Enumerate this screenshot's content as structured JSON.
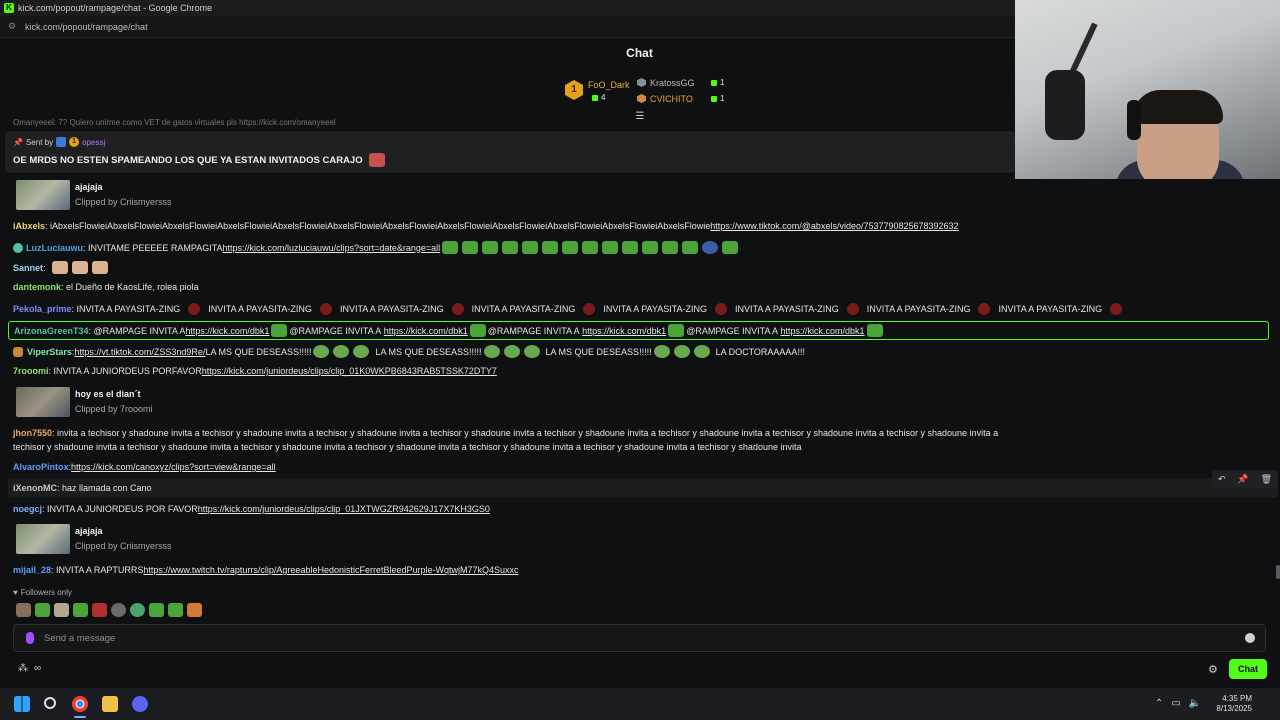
{
  "window": {
    "title": "kick.com/popout/rampage/chat - Google Chrome",
    "url": "kick.com/popout/rampage/chat"
  },
  "header": {
    "title": "Chat"
  },
  "leaderboard": {
    "first": {
      "rank": "1",
      "name": "FoO_Dark",
      "count": "4"
    },
    "second": {
      "name": "KratossGG",
      "count": "1"
    },
    "third": {
      "name": "CVICHITO",
      "count": "1"
    }
  },
  "pinned": {
    "prev_line": "Omanyeeel: 7?    Quiero unirme como VET de gatos virtuales pls https://kick.com/omanyeeel",
    "sent_by": "Sent by",
    "sender": "opessj",
    "sender_badge": "1",
    "text": "OE MRDS NO ESTEN SPAMEANDO LOS QUE YA ESTAN INVITADOS CARAJO"
  },
  "messages": [
    {
      "user": "iAbxels",
      "color": "#f0d27a",
      "text": ": iAbxelsFlowieiAbxelsFlowieiAbxelsFlowieiAbxelsFlowieiAbxelsFlowieiAbxelsFlowieiAbxelsFlowieiAbxelsFlowieiAbxelsFlowieiAbxelsFlowieiAbxelsFlowieiAbxelsFlowie",
      "link": "https://www.tiktok.com/@abxels/video/7537790825678392632"
    },
    {
      "user": "LuzLuciauwu",
      "color": "#4aa3df",
      "text": ": INVITAME PEEEEE RAMPAGITA ",
      "link": "https://kick.com/luzluciauwu/clips?sort=date&range=all"
    },
    {
      "user": "Sannet",
      "color": "#9fd3f0",
      "text": ":"
    },
    {
      "user": "dantemonk",
      "color": "#8fe06a",
      "text": ": el Dueño de KaosLife, rolea piola"
    },
    {
      "user": "Pekola_prime",
      "color": "#7a8cff",
      "text": ": INVITA A PAYASITA-ZING",
      "repeat": "INVITA A PAYASITA-ZING"
    },
    {
      "user": "ArizonaGreenT34",
      "color": "#53c1a0",
      "text": ": @RAMPAGE INVITA A ",
      "link": "https://kick.com/dbk1",
      "repeat": "@RAMPAGE INVITA A"
    },
    {
      "user": "ViperStars",
      "color": "#7fe6a8",
      "text": ": ",
      "link": "https://vt.tiktok.com/ZSS3nd9Re/",
      "after": " LA MS QUE DESEASS!!!!! ",
      "repeat": "LA MS QUE DESEASS!!!!!",
      "tail": "LA DOCTORAAAAA!!!"
    },
    {
      "user": "7rooomi",
      "color": "#8fe06a",
      "text": ": INVITA A JUNIORDEUS PORFAVOR ",
      "link": "https://kick.com/juniordeus/clips/clip_01K0WKPB6843RAB5TSSK72DTY7"
    },
    {
      "user": "jhon7550",
      "color": "#f0a860",
      "text": ": invita a techisor y shadoune invita a techisor y shadoune invita a techisor y shadoune invita a techisor y shadoune invita a techisor y shadoune invita a techisor y shadoune invita a techisor y shadoune invita a techisor y shadoune invita a",
      "text2": "techisor y shadoune invita a techisor y shadoune invita a techisor y shadoune invita a techisor y shadoune invita a techisor y shadoune invita a techisor y shadoune invita a techisor y shadoune invita"
    },
    {
      "user": "AlvaroPintox",
      "color": "#5e9bff",
      "text": ": ",
      "link": "https://kick.com/canoxyz/clips?sort=view&range=all"
    },
    {
      "user": "iXenonMC",
      "color": "#c8c8c8",
      "text": ": haz llamada con Cano"
    },
    {
      "user": "noegcj",
      "color": "#7fb0ff",
      "text": ": INVITA A JUNIORDEUS POR FAVOR ",
      "link": "https://kick.com/juniordeus/clips/clip_01JXTWGZR942629J17X7KH3GS0"
    },
    {
      "user": "mijail_28",
      "color": "#5e9bff",
      "text": ": INVITA A RAPTURRS ",
      "link": "https://www.twitch.tv/rapturrs/clip/AgreeableHedonisticFerretBleedPurple-WqtwjM77kQ4Suxxc"
    }
  ],
  "clips": [
    {
      "title": "ajajaja",
      "by": "Clipped by Criismyersss"
    },
    {
      "title": "hoy es el dian´t",
      "by": "Clipped by 7rooomi"
    },
    {
      "title": "ajajaja",
      "by": "Clipped by Criismyersss"
    }
  ],
  "followers_only": "Followers only",
  "input": {
    "placeholder": "Send a message"
  },
  "chat_button": "Chat",
  "clock": {
    "time": "4:35 PM",
    "date": "8/13/2025"
  },
  "colors": {
    "accent": "#53fc18",
    "background": "#0f1011"
  }
}
